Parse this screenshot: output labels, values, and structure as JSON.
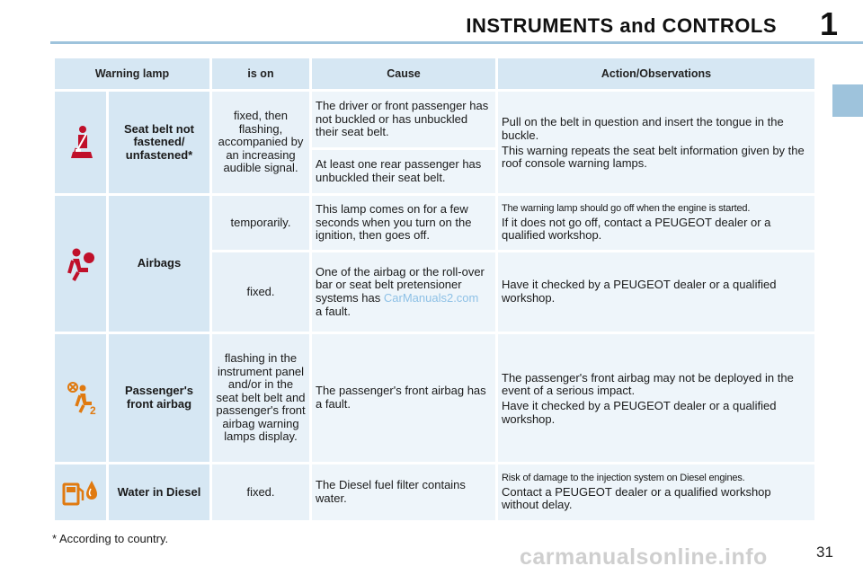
{
  "header": {
    "title": "INSTRUMENTS and CONTROLS",
    "chapter_number": "1"
  },
  "table": {
    "columns": [
      "Warning lamp",
      "is on",
      "Cause",
      "Action/Observations"
    ],
    "rows": {
      "seatbelt": {
        "icon": "seat-belt-icon",
        "name": "Seat belt not fastened/ unfastened*",
        "is_on": "fixed, then flashing, accompanied by an increasing audible signal.",
        "cause_1": "The driver or front passenger has not buckled or has unbuckled their seat belt.",
        "cause_2": "At least one rear passenger has unbuckled their seat belt.",
        "action_1": "Pull on the belt in question and insert the tongue in the buckle.",
        "action_2": "This warning repeats the seat belt information given by the roof console warning lamps."
      },
      "airbags": {
        "icon": "airbag-icon",
        "name": "Airbags",
        "is_on_1": "temporarily.",
        "cause_1": "This lamp comes on for a few seconds when you turn on the ignition, then goes off.",
        "action_1_note": "The warning lamp should go off when the engine is started.",
        "action_1": "If it does not go off, contact a PEUGEOT dealer or a qualified workshop.",
        "is_on_2": "fixed.",
        "cause_2_part1": "One of the airbag or the roll-over bar or seat belt pretensioner systems has",
        "cause_2_part2": "a fault.",
        "cause_2_watermark": "CarManuals2.com",
        "action_2": "Have it checked by a PEUGEOT dealer or a qualified workshop."
      },
      "passenger_airbag": {
        "icon": "passenger-airbag-off-icon",
        "name": "Passenger's front airbag",
        "is_on": "flashing in the instrument panel and/or in the seat belt belt and passenger's front airbag warning lamps display.",
        "cause": "The passenger's front airbag has a fault.",
        "action_1": "The passenger's front airbag may not be deployed in the event of a serious impact.",
        "action_2": "Have it checked by a PEUGEOT dealer or a qualified workshop."
      },
      "water_in_diesel": {
        "icon": "water-in-diesel-icon",
        "name": "Water in Diesel",
        "is_on": "fixed.",
        "cause": "The Diesel fuel filter contains water.",
        "action_note": "Risk of damage to the injection system on Diesel engines.",
        "action": "Contact a PEUGEOT dealer or a qualified workshop without delay."
      }
    }
  },
  "footnote": "* According to country.",
  "page_number": "31",
  "site_watermark": "carmanualsonline.info"
}
